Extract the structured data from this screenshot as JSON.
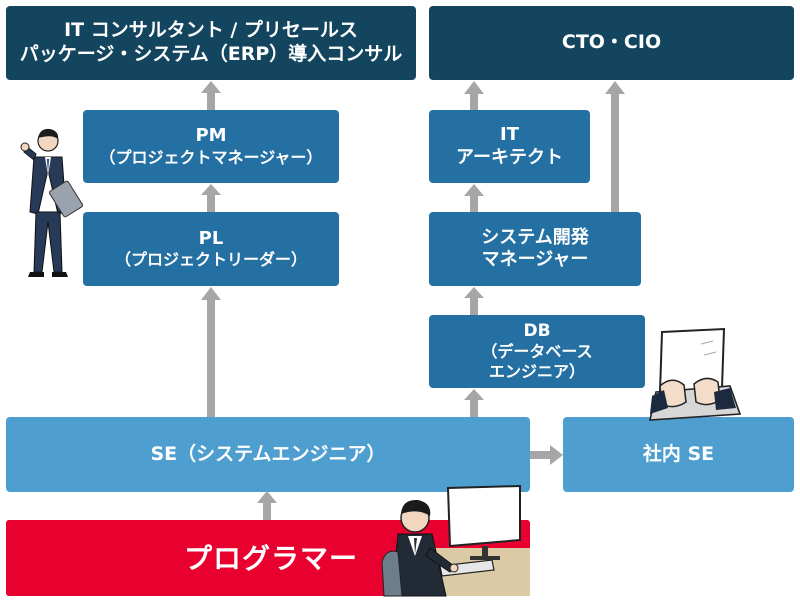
{
  "boxes": {
    "it_consultant": {
      "line1": "IT コンサルタント / プリセールス",
      "line2": "パッケージ・システム（ERP）導入コンサル"
    },
    "cto_cio": {
      "line1": "CTO・CIO"
    },
    "pm": {
      "line1": "PM",
      "line2": "（プロジェクトマネージャー）"
    },
    "it_architect": {
      "line1": "IT",
      "line2": "アーキテクト"
    },
    "pl": {
      "line1": "PL",
      "line2": "（プロジェクトリーダー）"
    },
    "system_dev_manager": {
      "line1": "システム開発",
      "line2": "マネージャー"
    },
    "db_engineer": {
      "line1": "DB",
      "line2": "（データベース",
      "line3": "エンジニア）"
    },
    "se": {
      "line1": "SE（システムエンジニア）"
    },
    "internal_se": {
      "line1": "社内 SE"
    },
    "programmer": {
      "line1": "プログラマー"
    }
  },
  "colors": {
    "dark_box": "#14455e",
    "mid_box": "#2470a3",
    "light_box": "#4e9fd0",
    "programmer_box": "#e8002f",
    "arrow": "#a6a6a6"
  },
  "illustrations": [
    "businessman-with-laptop",
    "hands-typing-on-laptop",
    "person-at-desktop-computer"
  ]
}
